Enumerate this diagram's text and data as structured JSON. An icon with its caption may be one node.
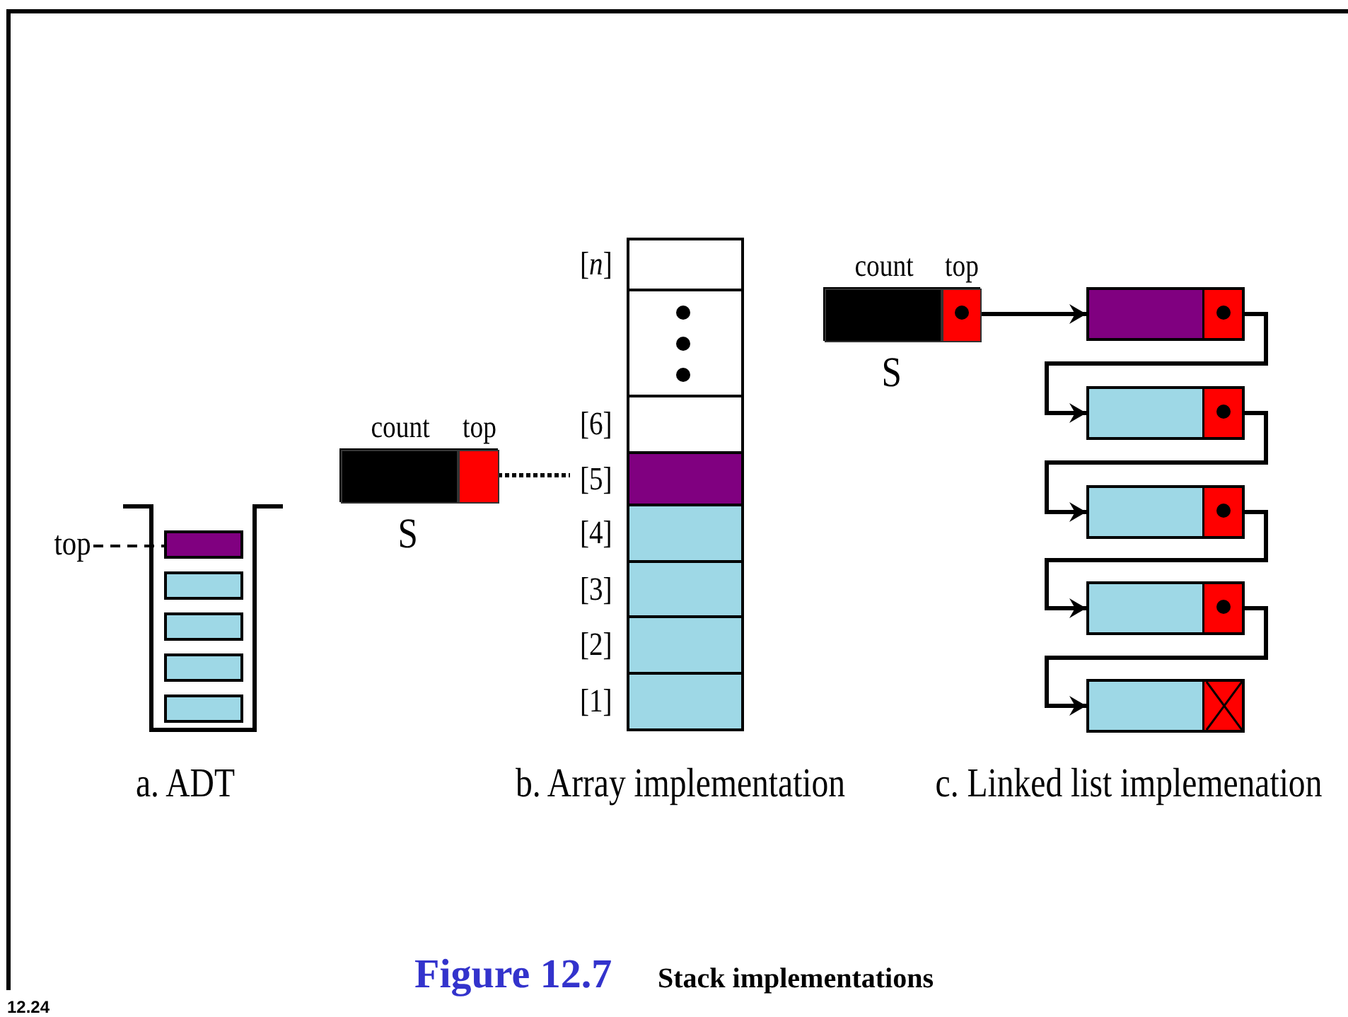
{
  "diagram": {
    "title": "Figure 12.7",
    "caption": "Stack implementations",
    "nodes": [
      {
        "text": [
          "top"
        ]
      },
      {
        "text": [],
        "shape": "box"
      },
      {
        "text": [],
        "shape": "box",
        "in": 1
      },
      {
        "text": [],
        "shape": "box",
        "in": 1
      },
      {
        "text": [],
        "shape": "box",
        "in": 1
      },
      {
        "text": [],
        "shape": "box",
        "in": 1
      },
      {
        "text": [],
        "shape": "box",
        "in": 1
      },
      {
        "text": [],
        "shape": "box",
        "beside": [
          "S"
        ]
      },
      {
        "text": [
          "count"
        ],
        "in": 7
      },
      {
        "text": [
          "top"
        ],
        "in": 7
      },
      {
        "text": [],
        "shape": "box",
        "beside": [
          "[*n*]"
        ]
      },
      {
        "text": [],
        "shape": "box"
      },
      {
        "text": [],
        "shape": "box",
        "beside": [
          "[6]"
        ]
      },
      {
        "text": [],
        "shape": "box",
        "beside": [
          "[5]"
        ]
      },
      {
        "text": [],
        "shape": "box",
        "beside": [
          "[4]"
        ]
      },
      {
        "text": [],
        "shape": "box",
        "beside": [
          "[3]"
        ]
      },
      {
        "text": [],
        "shape": "box",
        "beside": [
          "[2]"
        ]
      },
      {
        "text": [],
        "shape": "box",
        "beside": [
          "[1]"
        ]
      },
      {
        "text": [],
        "shape": "box",
        "beside": [
          "S"
        ]
      },
      {
        "text": [
          "count"
        ],
        "in": 18
      },
      {
        "text": [
          "top"
        ],
        "in": 18
      },
      {
        "text": [],
        "shape": "box"
      },
      {
        "text": [],
        "shape": "box"
      },
      {
        "text": [],
        "shape": "box"
      },
      {
        "text": [],
        "shape": "box"
      },
      {
        "text": [],
        "shape": "box"
      }
    ],
    "edges": [
      {
        "from": 0,
        "to": 2,
        "arrow": "none",
        "style": "dashed"
      },
      {
        "from": 9,
        "to": 13,
        "arrow": "none",
        "style": "dashed"
      },
      {
        "from": 20,
        "to": 21,
        "arrow": "to"
      },
      {
        "from": 21,
        "to": 22,
        "arrow": "to"
      },
      {
        "from": 22,
        "to": 23,
        "arrow": "to"
      },
      {
        "from": 23,
        "to": 24,
        "arrow": "to"
      },
      {
        "from": 24,
        "to": 25,
        "arrow": "to"
      }
    ],
    "labels": [
      "a. ADT",
      "b. Array implementation",
      "c. Linked list implemenation",
      "12.24"
    ]
  }
}
